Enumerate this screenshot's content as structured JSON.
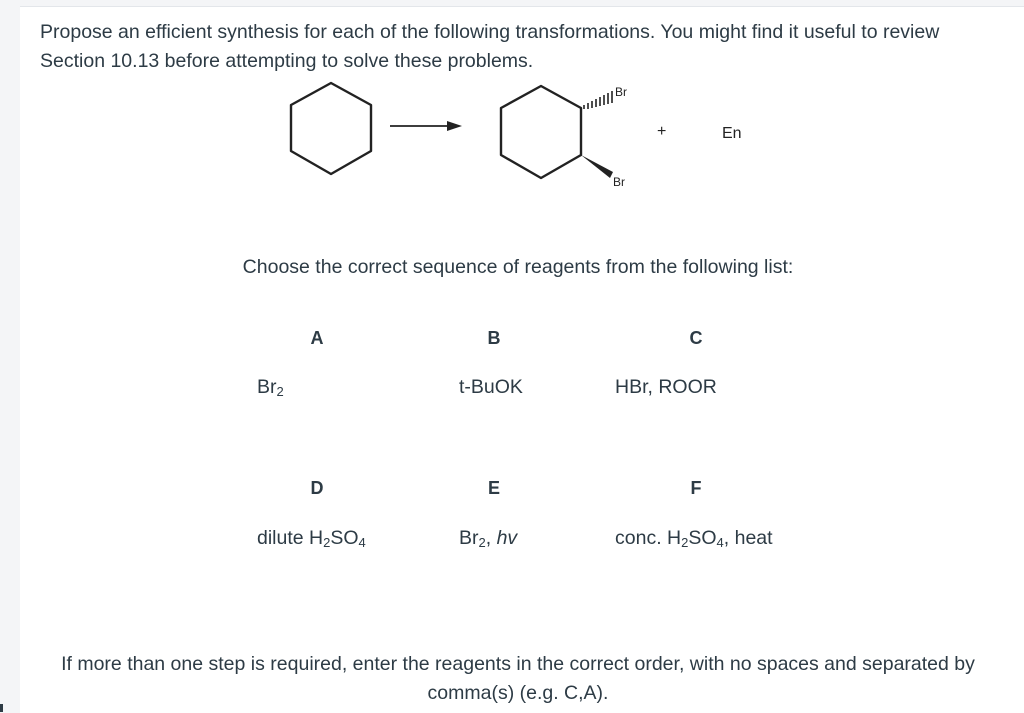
{
  "prompt": {
    "text": "Propose an efficient synthesis for each of the following transformations. You might find it useful to review Section 10.13 before attempting to solve these problems."
  },
  "scheme": {
    "product_label_top": "Br",
    "product_label_bottom": "Br",
    "plus": "+",
    "enantiomer_label": "En"
  },
  "instruction": "Choose the correct sequence of reagents from the following list:",
  "reagents": [
    {
      "letter": "A",
      "pre": "Br",
      "sub": "2",
      "post": "",
      "italic": ""
    },
    {
      "letter": "B",
      "pre": "t-BuOK",
      "sub": "",
      "post": "",
      "italic": ""
    },
    {
      "letter": "C",
      "pre": "HBr, ROOR",
      "sub": "",
      "post": "",
      "italic": ""
    },
    {
      "letter": "D",
      "pre": "dilute H",
      "sub": "2",
      "post": "SO",
      "sub2": "4",
      "post2": "",
      "italic": ""
    },
    {
      "letter": "E",
      "pre": "Br",
      "sub": "2",
      "post": ", ",
      "italic": "hv"
    },
    {
      "letter": "F",
      "pre": "conc. H",
      "sub": "2",
      "post": "SO",
      "sub2": "4",
      "post2": ", heat",
      "italic": ""
    }
  ],
  "footer": "If more than one step is required, enter the reagents in the correct order, with no spaces and separated by comma(s) (e.g. C,A)."
}
